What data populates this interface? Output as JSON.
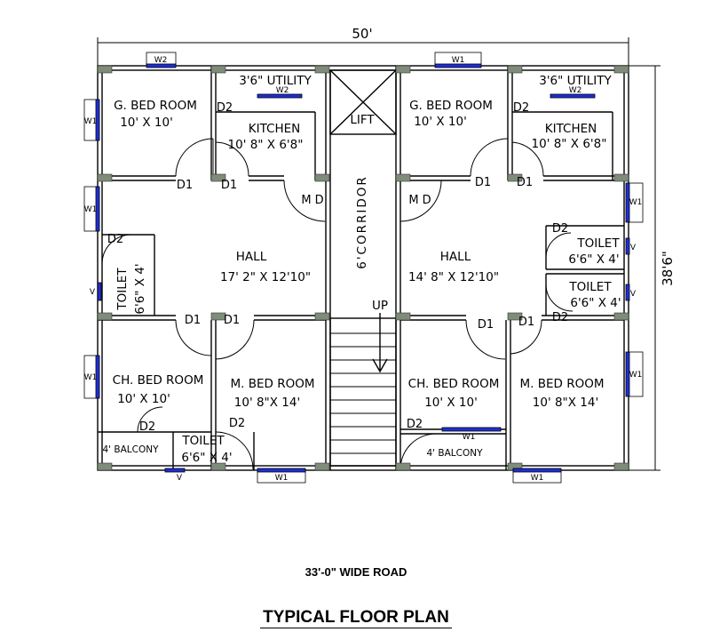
{
  "dimensions": {
    "width": "50'",
    "depth": "38'6\""
  },
  "units": [
    {
      "bedroom": "G. BED ROOM",
      "bedroom_size": "10' X 10'",
      "utility": "3'6\" UTILITY",
      "kitchen": "KITCHEN",
      "kitchen_size": "10' 8\" X 6'8\"",
      "hall": "HALL",
      "hall_size": "17' 2\" X 12'10\"",
      "toilet": "TOILET",
      "toilet_size": "6'6\" X 4'",
      "ch_bedroom": "CH. BED ROOM",
      "ch_bedroom_size": "10' X 10'",
      "m_bedroom": "M. BED ROOM",
      "m_bedroom_size": "10' 8\"X 14'",
      "balcony": "4' BALCONY",
      "toilet2": "TOILET",
      "toilet2_size": "6'6\" X 4'"
    },
    {
      "bedroom": "G. BED ROOM",
      "bedroom_size": "10' X 10'",
      "utility": "3'6\" UTILITY",
      "kitchen": "KITCHEN",
      "kitchen_size": "10' 8\" X 6'8\"",
      "hall": "HALL",
      "hall_size": "14' 8\" X 12'10\"",
      "toilet": "TOILET",
      "toilet_size": "6'6\" X 4'",
      "toilet2": "TOILET",
      "toilet2_size": "6'6\" X 4'",
      "ch_bedroom": "CH. BED ROOM",
      "ch_bedroom_size": "10' X 10'",
      "m_bedroom": "M. BED ROOM",
      "m_bedroom_size": "10' 8\"X 14'",
      "balcony": "4' BALCONY"
    }
  ],
  "common": {
    "lift": "LIFT",
    "corridor": "6'CORRIDOR",
    "up": "UP",
    "main_door": "M D"
  },
  "tags": {
    "door1": "D1",
    "door2": "D2",
    "window1": "W1",
    "window2": "W2",
    "vent": "V"
  },
  "colors": {
    "wall": "#000000",
    "window": "#1f2fd6",
    "column": "#7f8c7a"
  },
  "road": "33'-0\" WIDE ROAD",
  "title": "TYPICAL FLOOR PLAN"
}
